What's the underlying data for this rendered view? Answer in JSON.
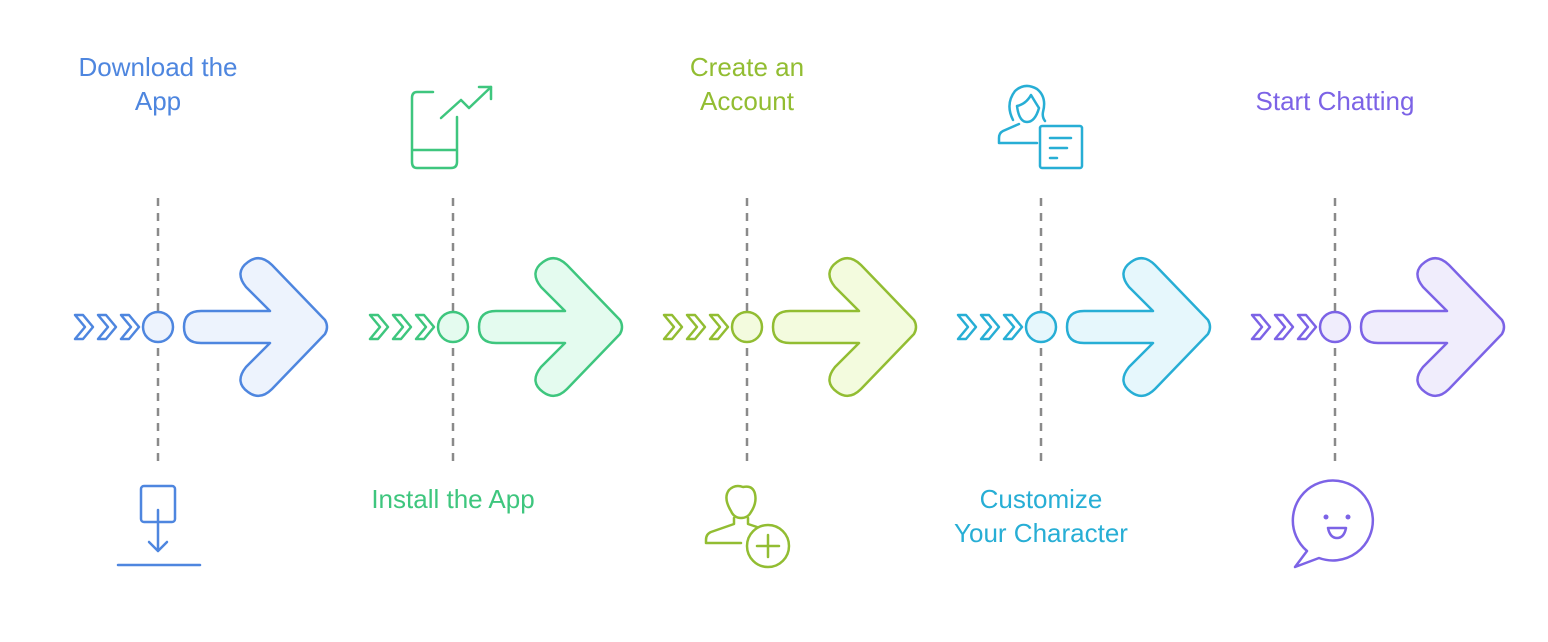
{
  "steps": [
    {
      "label": "Download the\nApp",
      "color": "#4e86df",
      "fill": "#edf3fd",
      "icon": "download-icon",
      "label_position": "top"
    },
    {
      "label": "Install the App",
      "color": "#3ec67e",
      "fill": "#e4fbef",
      "icon": "phone-trend-icon",
      "label_position": "bottom"
    },
    {
      "label": "Create an\nAccount",
      "color": "#92bd32",
      "fill": "#f3fbde",
      "icon": "add-user-icon",
      "label_position": "top"
    },
    {
      "label": "Customize\nYour Character",
      "color": "#27aed5",
      "fill": "#e6f7fc",
      "icon": "profile-document-icon",
      "label_position": "bottom"
    },
    {
      "label": "Start Chatting",
      "color": "#7c63e6",
      "fill": "#f0edfc",
      "icon": "chat-smile-icon",
      "label_position": "top"
    }
  ]
}
